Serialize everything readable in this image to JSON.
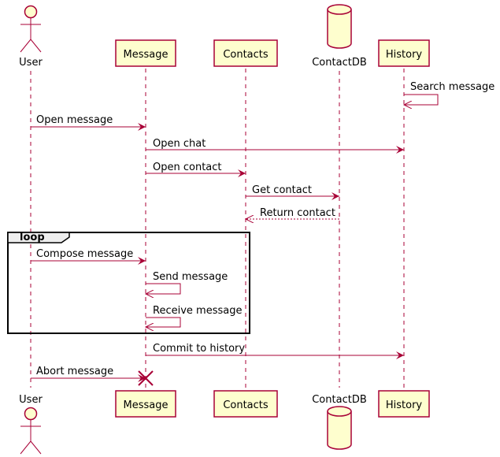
{
  "diagram": {
    "participants": [
      {
        "id": "user",
        "label": "User",
        "kind": "actor"
      },
      {
        "id": "message",
        "label": "Message",
        "kind": "participant"
      },
      {
        "id": "contacts",
        "label": "Contacts",
        "kind": "participant"
      },
      {
        "id": "contactdb",
        "label": "ContactDB",
        "kind": "database"
      },
      {
        "id": "history",
        "label": "History",
        "kind": "participant"
      }
    ],
    "messages": [
      {
        "from": "history",
        "to": "history",
        "label": "Search message",
        "style": "solid"
      },
      {
        "from": "user",
        "to": "message",
        "label": "Open message",
        "style": "solid"
      },
      {
        "from": "message",
        "to": "history",
        "label": "Open chat",
        "style": "solid"
      },
      {
        "from": "message",
        "to": "contacts",
        "label": "Open contact",
        "style": "solid"
      },
      {
        "from": "contacts",
        "to": "contactdb",
        "label": "Get contact",
        "style": "solid"
      },
      {
        "from": "contactdb",
        "to": "contacts",
        "label": "Return contact",
        "style": "dashed"
      },
      {
        "from": "user",
        "to": "message",
        "label": "Compose message",
        "style": "solid"
      },
      {
        "from": "message",
        "to": "message",
        "label": "Send message",
        "style": "solid"
      },
      {
        "from": "message",
        "to": "message",
        "label": "Receive message",
        "style": "solid"
      },
      {
        "from": "message",
        "to": "history",
        "label": "Commit to history",
        "style": "solid"
      },
      {
        "from": "user",
        "to": "message",
        "label": "Abort message",
        "style": "solid",
        "destroy": true
      }
    ],
    "loop": {
      "label": "loop"
    },
    "colors": {
      "line": "#A80036",
      "box_fill": "#FEFECE",
      "text": "#000000"
    }
  }
}
